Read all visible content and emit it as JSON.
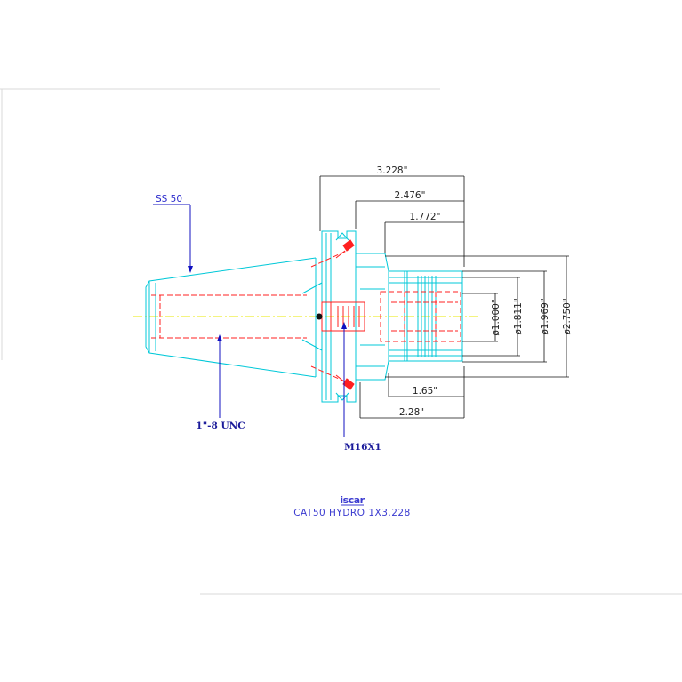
{
  "callouts": {
    "shank_standard": "SS 50",
    "thread": "1\"-8 UNC",
    "screw": "M16X1"
  },
  "dimensions": {
    "overall_length": "3.228\"",
    "body_length": "2.476\"",
    "bore_depth": "1.772\"",
    "clamp_length": "1.65\"",
    "nose_length": "2.28\"",
    "bore_dia": "ø1.000\"",
    "sleeve_dia": "ø1.811\"",
    "nose_dia": "ø1.969\"",
    "flange_dia": "ø2.750\""
  },
  "title_block": {
    "logo": "iscar",
    "caption": "CAT50 HYDRO 1X3.228"
  },
  "colors": {
    "outline": "#00c8d8",
    "hidden": "#ff2020",
    "centerline": "#e8e800",
    "leader": "#1010c0",
    "dimension": "#111111"
  }
}
